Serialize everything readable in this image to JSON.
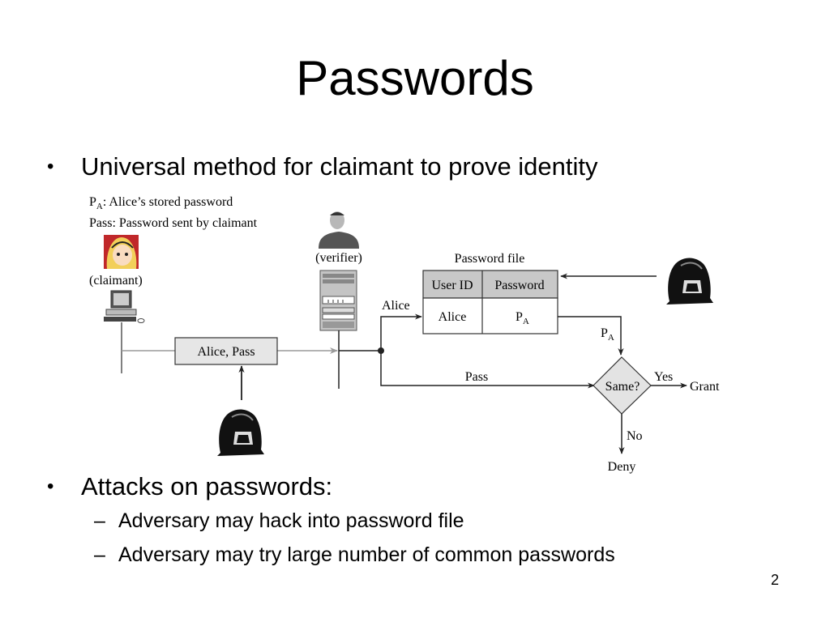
{
  "slide": {
    "title": "Passwords",
    "page_number": "2",
    "bullets": [
      {
        "text": "Universal method for claimant to prove identity"
      },
      {
        "text": "Attacks on passwords:",
        "sub": [
          "Adversary may hack into password file",
          "Adversary may try large number of common passwords"
        ]
      }
    ]
  },
  "diagram": {
    "legend": {
      "pa_symbol": "P",
      "pa_subscript": "A",
      "pa_desc": ": Alice’s stored password",
      "pass_line": "Pass: Password sent by claimant"
    },
    "claimant_label": "(claimant)",
    "verifier_label": "(verifier)",
    "message_box": "Alice, Pass",
    "password_file": {
      "caption": "Password file",
      "headers": [
        "User ID",
        "Password"
      ],
      "rows": [
        {
          "user": "Alice",
          "pw_symbol": "P",
          "pw_subscript": "A"
        }
      ]
    },
    "flow_labels": {
      "alice": "Alice",
      "pass": "Pass",
      "pa_symbol": "P",
      "pa_subscript": "A",
      "decision": "Same?",
      "yes": "Yes",
      "no": "No",
      "grant": "Grant",
      "deny": "Deny"
    },
    "colors": {
      "line": "#222222",
      "gray_line": "#9a9a9a",
      "box_fill": "#e6e6e6",
      "header_fill": "#c8c8c8",
      "diamond_fill": "#e3e3e3",
      "alice_bg": "#c0282a",
      "alice_hair": "#f2cf5a"
    }
  }
}
